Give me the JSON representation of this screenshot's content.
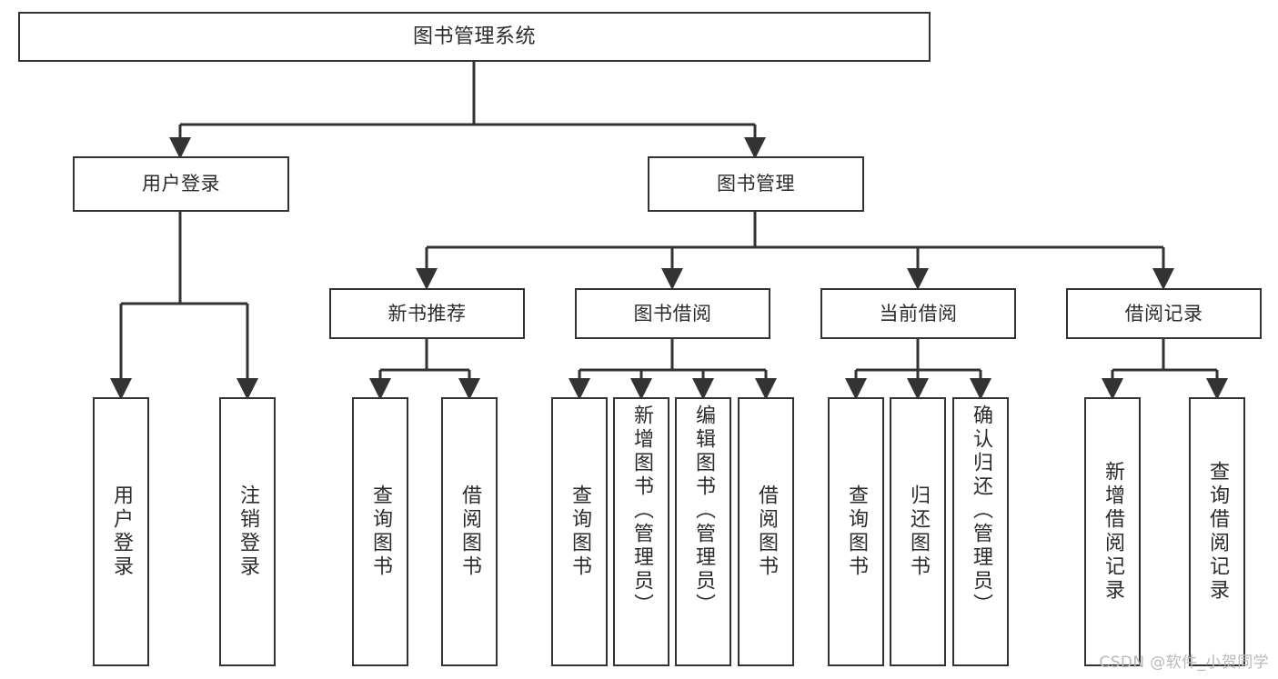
{
  "diagram": {
    "title": "图书管理系统",
    "type": "hierarchy-tree",
    "line_color": "#333333",
    "box_fill": "#ffffff",
    "text_color": "#2b2b2b",
    "background": "#ffffff"
  },
  "watermark": {
    "text": "CSDN @软件_小贺同学"
  },
  "nodes": {
    "root": {
      "label": "图书管理系统"
    },
    "level1": [
      {
        "label": "用户登录"
      },
      {
        "label": "图书管理"
      }
    ],
    "level2": [
      {
        "label": "新书推荐"
      },
      {
        "label": "图书借阅"
      },
      {
        "label": "当前借阅"
      },
      {
        "label": "借阅记录"
      }
    ],
    "leaves": {
      "user_login": [
        {
          "label": "用户登录"
        },
        {
          "label": "注销登录"
        }
      ],
      "new_book_recommend": [
        {
          "label": "查询图书"
        },
        {
          "label": "借阅图书"
        }
      ],
      "book_borrow": [
        {
          "label": "查询图书"
        },
        {
          "label": "新增图书（管理员）"
        },
        {
          "label": "编辑图书（管理员）"
        },
        {
          "label": "借阅图书"
        }
      ],
      "current_borrow": [
        {
          "label": "查询图书"
        },
        {
          "label": "归还图书"
        },
        {
          "label": "确认归还（管理员）"
        }
      ],
      "borrow_record": [
        {
          "label": "新增借阅记录"
        },
        {
          "label": "查询借阅记录"
        }
      ]
    }
  }
}
